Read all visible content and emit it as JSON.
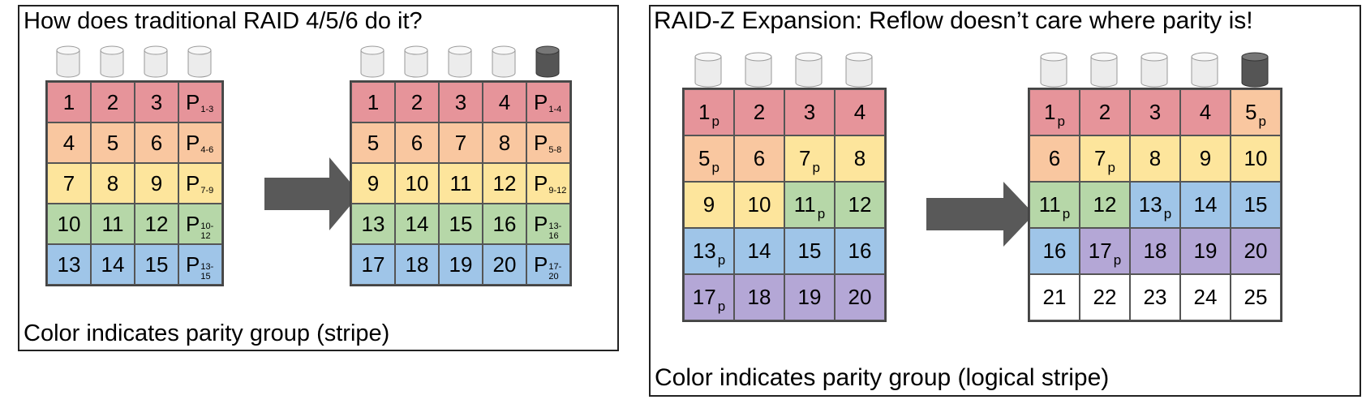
{
  "colors": {
    "red": "#e6949a",
    "orange": "#f9c7a0",
    "yellow": "#fde59c",
    "green": "#b6d7a8",
    "blue": "#9fc5e8",
    "purple": "#b4a7d6",
    "white": "#ffffff",
    "disk": "#ececec",
    "disk_new": "#555555",
    "arrow": "#595959"
  },
  "left": {
    "title": "How does traditional RAID 4/5/6 do it?",
    "caption": "Color indicates parity group (stripe)",
    "before": {
      "cols": 4,
      "new_disk": false,
      "rows": [
        {
          "color": "red",
          "cells": [
            {
              "t": "1"
            },
            {
              "t": "2"
            },
            {
              "t": "3"
            },
            {
              "t": "P",
              "s": "1-3"
            }
          ]
        },
        {
          "color": "orange",
          "cells": [
            {
              "t": "4"
            },
            {
              "t": "5"
            },
            {
              "t": "6"
            },
            {
              "t": "P",
              "s": "4-6"
            }
          ]
        },
        {
          "color": "yellow",
          "cells": [
            {
              "t": "7"
            },
            {
              "t": "8"
            },
            {
              "t": "9"
            },
            {
              "t": "P",
              "s": "7-9"
            }
          ]
        },
        {
          "color": "green",
          "cells": [
            {
              "t": "10"
            },
            {
              "t": "11"
            },
            {
              "t": "12"
            },
            {
              "t": "P",
              "s": "10-12"
            }
          ]
        },
        {
          "color": "blue",
          "cells": [
            {
              "t": "13"
            },
            {
              "t": "14"
            },
            {
              "t": "15"
            },
            {
              "t": "P",
              "s": "13-15"
            }
          ]
        }
      ]
    },
    "after": {
      "cols": 5,
      "new_disk": true,
      "rows": [
        {
          "color": "red",
          "cells": [
            {
              "t": "1"
            },
            {
              "t": "2"
            },
            {
              "t": "3"
            },
            {
              "t": "4"
            },
            {
              "t": "P",
              "s": "1-4"
            }
          ]
        },
        {
          "color": "orange",
          "cells": [
            {
              "t": "5"
            },
            {
              "t": "6"
            },
            {
              "t": "7"
            },
            {
              "t": "8"
            },
            {
              "t": "P",
              "s": "5-8"
            }
          ]
        },
        {
          "color": "yellow",
          "cells": [
            {
              "t": "9"
            },
            {
              "t": "10"
            },
            {
              "t": "11"
            },
            {
              "t": "12"
            },
            {
              "t": "P",
              "s": "9-12"
            }
          ]
        },
        {
          "color": "green",
          "cells": [
            {
              "t": "13"
            },
            {
              "t": "14"
            },
            {
              "t": "15"
            },
            {
              "t": "16"
            },
            {
              "t": "P",
              "s": "13-16"
            }
          ]
        },
        {
          "color": "blue",
          "cells": [
            {
              "t": "17"
            },
            {
              "t": "18"
            },
            {
              "t": "19"
            },
            {
              "t": "20"
            },
            {
              "t": "P",
              "s": "17-20"
            }
          ]
        }
      ]
    }
  },
  "right": {
    "title": "RAID-Z Expansion: Reflow doesn’t care where parity is!",
    "caption": "Color indicates parity group (logical stripe)",
    "before": {
      "cols": 4,
      "new_disk": false,
      "cells": [
        {
          "t": "1",
          "p": "p",
          "c": "red"
        },
        {
          "t": "2",
          "c": "red"
        },
        {
          "t": "3",
          "c": "red"
        },
        {
          "t": "4",
          "c": "red"
        },
        {
          "t": "5",
          "p": "p",
          "c": "orange"
        },
        {
          "t": "6",
          "c": "orange"
        },
        {
          "t": "7",
          "p": "p",
          "c": "yellow"
        },
        {
          "t": "8",
          "c": "yellow"
        },
        {
          "t": "9",
          "c": "yellow"
        },
        {
          "t": "10",
          "c": "yellow"
        },
        {
          "t": "11",
          "p": "p",
          "c": "green"
        },
        {
          "t": "12",
          "c": "green"
        },
        {
          "t": "13",
          "p": "p",
          "c": "blue"
        },
        {
          "t": "14",
          "c": "blue"
        },
        {
          "t": "15",
          "c": "blue"
        },
        {
          "t": "16",
          "c": "blue"
        },
        {
          "t": "17",
          "p": "p",
          "c": "purple"
        },
        {
          "t": "18",
          "c": "purple"
        },
        {
          "t": "19",
          "c": "purple"
        },
        {
          "t": "20",
          "c": "purple"
        }
      ]
    },
    "after": {
      "cols": 5,
      "new_disk": true,
      "cells": [
        {
          "t": "1",
          "p": "p",
          "c": "red"
        },
        {
          "t": "2",
          "c": "red"
        },
        {
          "t": "3",
          "c": "red"
        },
        {
          "t": "4",
          "c": "red"
        },
        {
          "t": "5",
          "p": "p",
          "c": "orange"
        },
        {
          "t": "6",
          "c": "orange"
        },
        {
          "t": "7",
          "p": "p",
          "c": "yellow"
        },
        {
          "t": "8",
          "c": "yellow"
        },
        {
          "t": "9",
          "c": "yellow"
        },
        {
          "t": "10",
          "c": "yellow"
        },
        {
          "t": "11",
          "p": "p",
          "c": "green"
        },
        {
          "t": "12",
          "c": "green"
        },
        {
          "t": "13",
          "p": "p",
          "c": "blue"
        },
        {
          "t": "14",
          "c": "blue"
        },
        {
          "t": "15",
          "c": "blue"
        },
        {
          "t": "16",
          "c": "blue"
        },
        {
          "t": "17",
          "p": "p",
          "c": "purple"
        },
        {
          "t": "18",
          "c": "purple"
        },
        {
          "t": "19",
          "c": "purple"
        },
        {
          "t": "20",
          "c": "purple"
        },
        {
          "t": "21",
          "c": "white"
        },
        {
          "t": "22",
          "c": "white"
        },
        {
          "t": "23",
          "c": "white"
        },
        {
          "t": "24",
          "c": "white"
        },
        {
          "t": "25",
          "c": "white"
        }
      ]
    }
  }
}
